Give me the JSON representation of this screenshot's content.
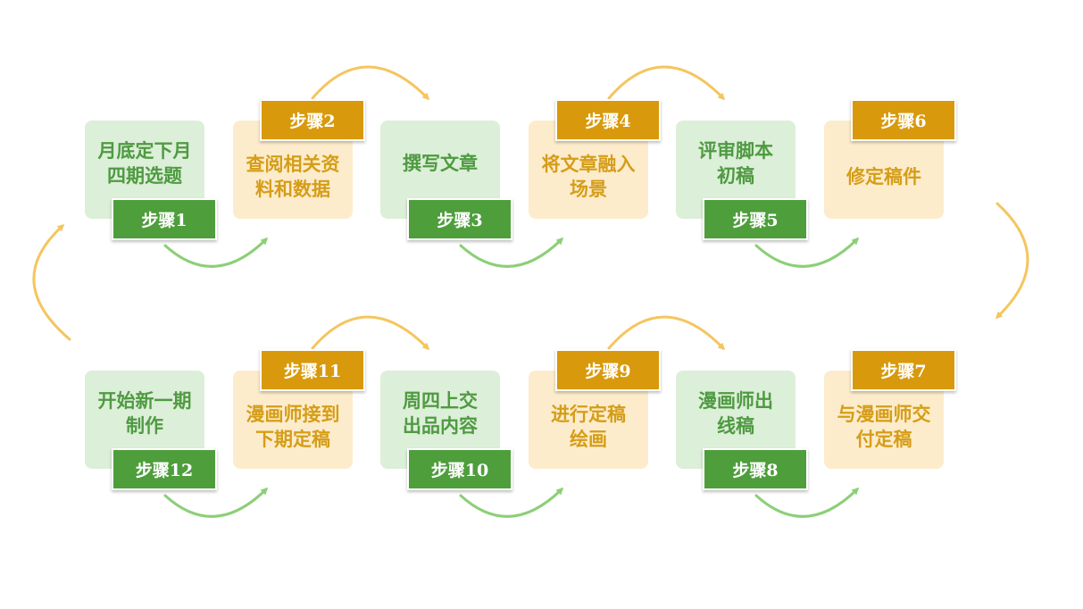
{
  "colors": {
    "green_card": "#dcefd8",
    "green_text": "#4f9a42",
    "green_label": "#4e9e3c",
    "green_arrow": "#8ccf77",
    "orange_card": "#fdeccb",
    "orange_text": "#d59d18",
    "orange_label": "#d89a0c",
    "orange_arrow": "#f5c55e"
  },
  "steps": [
    {
      "label": "步骤1",
      "line1": "月底定下月",
      "line2": "四期选题"
    },
    {
      "label": "步骤2",
      "line1": "查阅相关资",
      "line2": "料和数据"
    },
    {
      "label": "步骤3",
      "line1": "撰写文章",
      "line2": ""
    },
    {
      "label": "步骤4",
      "line1": "将文章融入",
      "line2": "场景"
    },
    {
      "label": "步骤5",
      "line1": "评审脚本",
      "line2": "初稿"
    },
    {
      "label": "步骤6",
      "line1": "修定稿件",
      "line2": ""
    },
    {
      "label": "步骤7",
      "line1": "与漫画师交",
      "line2": "付定稿"
    },
    {
      "label": "步骤8",
      "line1": "漫画师出",
      "line2": "线稿"
    },
    {
      "label": "步骤9",
      "line1": "进行定稿",
      "line2": "绘画"
    },
    {
      "label": "步骤10",
      "line1": "周四上交",
      "line2": "出品内容"
    },
    {
      "label": "步骤11",
      "line1": "漫画师接到",
      "line2": "下期定稿"
    },
    {
      "label": "步骤12",
      "line1": "开始新一期",
      "line2": "制作"
    }
  ]
}
